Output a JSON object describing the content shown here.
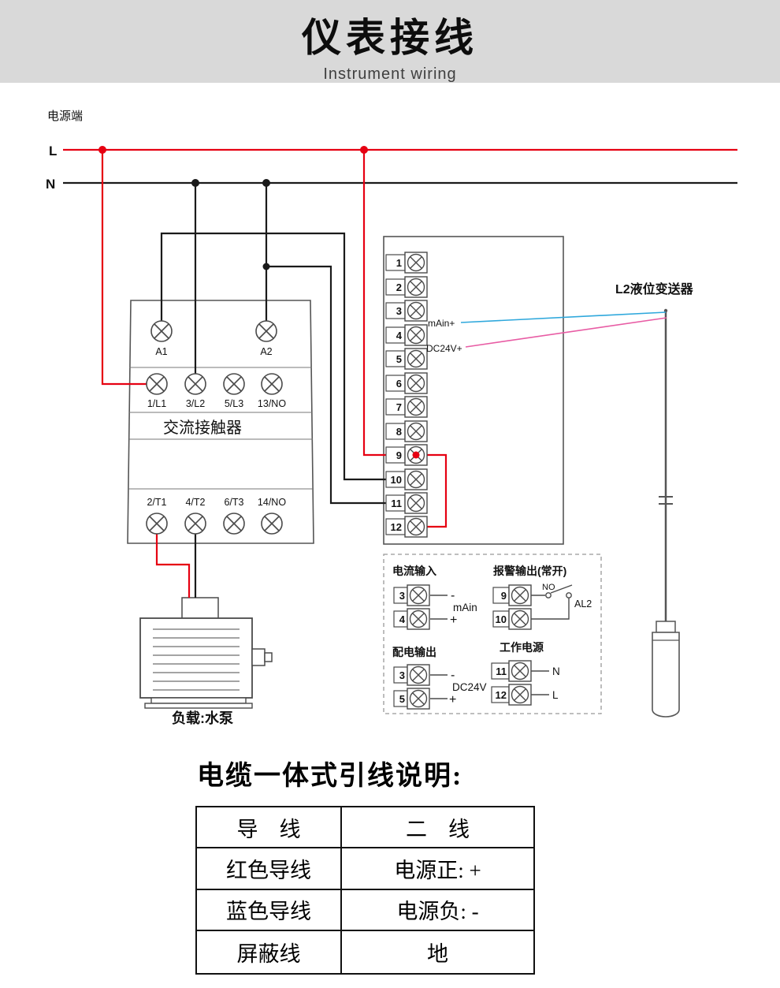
{
  "header": {
    "title": "仪表接线",
    "subtitle": "Instrument wiring"
  },
  "power": {
    "label": "电源端",
    "l": "L",
    "n": "N"
  },
  "contactor": {
    "coil_terminals": [
      "A1",
      "A2"
    ],
    "top_terminals": [
      "1/L1",
      "3/L2",
      "5/L3",
      "13/NO"
    ],
    "name": "交流接触器",
    "bottom_terminals": [
      "2/T1",
      "4/T2",
      "6/T3",
      "14/NO"
    ]
  },
  "terminal_block": {
    "numbers": [
      "1",
      "2",
      "3",
      "4",
      "5",
      "6",
      "7",
      "8",
      "9",
      "10",
      "11",
      "12"
    ],
    "main_plus_label": "mAin+",
    "dc24v_plus_label": "DC24V+"
  },
  "transmitter": {
    "label": "L2液位变送器"
  },
  "load": {
    "label": "负载:水泵"
  },
  "panels": {
    "current_input": {
      "title": "电流输入",
      "rows": [
        {
          "num": "3",
          "sign": "-"
        },
        {
          "num": "4",
          "sign": "+"
        }
      ],
      "signal": "mAin"
    },
    "alarm_output": {
      "title": "报警输出(常开)",
      "rows": [
        {
          "num": "9"
        },
        {
          "num": "10"
        }
      ],
      "contact": "NO",
      "load": "AL2"
    },
    "power_output": {
      "title": "配电输出",
      "rows": [
        {
          "num": "3",
          "sign": "-"
        },
        {
          "num": "5",
          "sign": "+"
        }
      ],
      "signal": "DC24V"
    },
    "work_power": {
      "title": "工作电源",
      "rows": [
        {
          "num": "11",
          "sign": "N"
        },
        {
          "num": "12",
          "sign": "L"
        }
      ]
    }
  },
  "cable_note": {
    "title": "电缆一体式引线说明:",
    "table_rows": [
      {
        "left": "导　线",
        "right": "二　线"
      },
      {
        "left": "红色导线",
        "right": "电源正: +"
      },
      {
        "left": "蓝色导线",
        "right": "电源负: -"
      },
      {
        "left": "屏蔽线",
        "right": "地"
      }
    ]
  },
  "colors": {
    "line_red": "#e60012",
    "line_black": "#1a1a1a",
    "line_blue": "#2fa8dc",
    "line_pink": "#e85ca4",
    "header_bg": "#d9d9d9"
  }
}
